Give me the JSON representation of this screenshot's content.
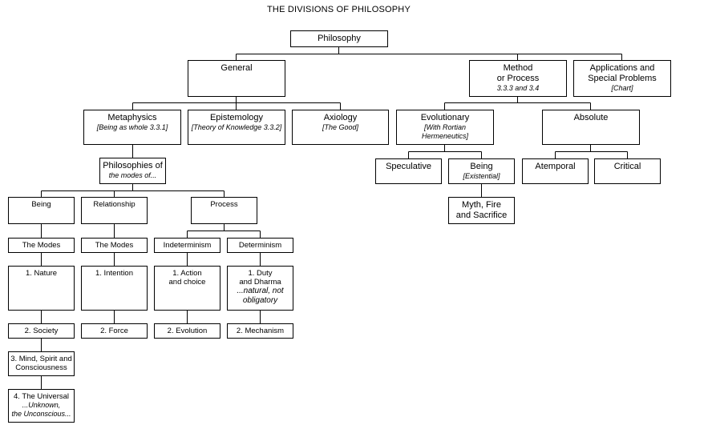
{
  "title": "THE DIVISIONS OF PHILOSOPHY",
  "nodes": {
    "philosophy": {
      "label": "Philosophy"
    },
    "general": {
      "label": "General"
    },
    "method": {
      "label": "Method",
      "label2": "or Process",
      "sub": "3.3.3 and 3.4"
    },
    "applications": {
      "label": "Applications and",
      "label2": "Special Problems",
      "sub": "[Chart]"
    },
    "metaphysics": {
      "label": "Metaphysics",
      "sub": "[Being as whole 3.3.1]"
    },
    "epistemology": {
      "label": "Epistemology",
      "sub": "[Theory of Knowledge 3.3.2]"
    },
    "axiology": {
      "label": "Axiology",
      "sub": "[The Good]"
    },
    "evolutionary": {
      "label": "Evolutionary",
      "sub": "[With Rortian",
      "sub2": "Hermeneutics]"
    },
    "absolute": {
      "label": "Absolute"
    },
    "philosophies_of": {
      "label": "Philosophies of",
      "sub": "the modes of..."
    },
    "speculative": {
      "label": "Speculative"
    },
    "being_existential": {
      "label": "Being",
      "sub": "[Existential]"
    },
    "atemporal": {
      "label": "Atemporal"
    },
    "critical": {
      "label": "Critical"
    },
    "myth": {
      "label": "Myth, Fire",
      "label2": "and Sacrifice"
    },
    "being": {
      "label": "Being"
    },
    "relationship": {
      "label": "Relationship"
    },
    "process": {
      "label": "Process"
    },
    "modes_being": {
      "label": "The Modes"
    },
    "modes_relationship": {
      "label": "The Modes"
    },
    "indeterminism": {
      "label": "Indeterminism"
    },
    "determinism": {
      "label": "Determinism"
    },
    "nature": {
      "label": "1. Nature"
    },
    "intention": {
      "label": "1. Intention"
    },
    "action": {
      "label": "1. Action",
      "label2": "and choice"
    },
    "duty": {
      "label": "1. Duty",
      "label2": "and Dharma",
      "sub": "...natural, not",
      "sub2": "obligatory"
    },
    "society": {
      "label": "2. Society"
    },
    "force": {
      "label": "2. Force"
    },
    "evolution": {
      "label": "2. Evolution"
    },
    "mechanism": {
      "label": "2. Mechanism"
    },
    "mind": {
      "label": "3. Mind, Spirit and",
      "label2": "Consciousness"
    },
    "universal": {
      "label": "4. The Universal",
      "sub": "...Unknown,",
      "sub2": "the Unconscious..."
    }
  }
}
